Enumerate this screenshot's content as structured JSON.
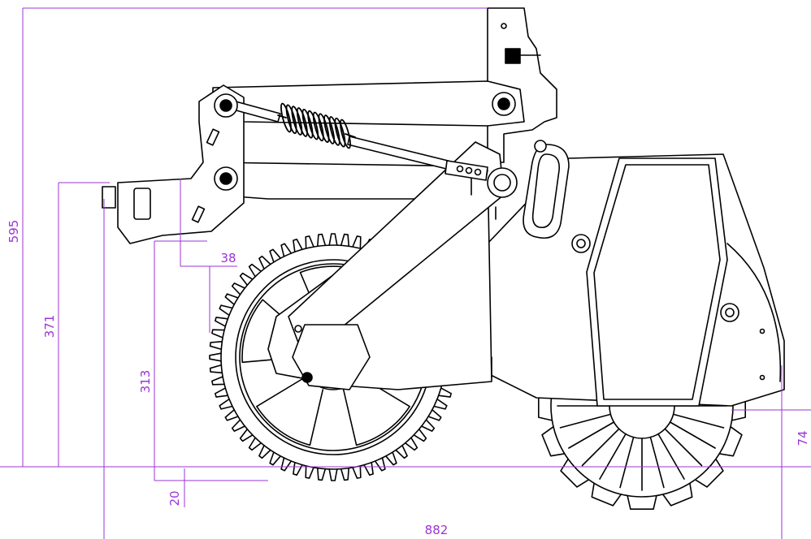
{
  "colors": {
    "dimension": "#9b34d6",
    "line": "#000000",
    "background": "#ffffff"
  },
  "dimensions": {
    "overall_height": "595",
    "hitch_height": "371",
    "frame_height": "313",
    "ground_offset": "20",
    "horizontal_offset": "38",
    "overall_length": "882",
    "right_height": "74"
  }
}
